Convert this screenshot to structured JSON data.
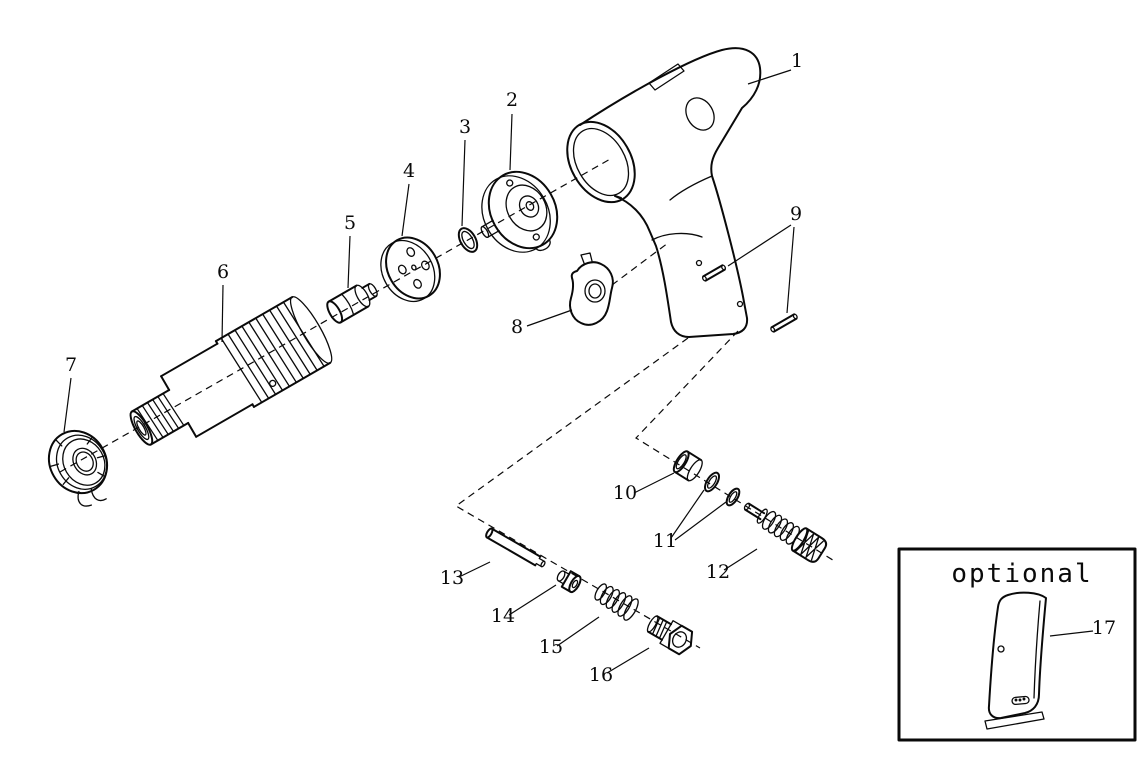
{
  "page": {
    "background": "#ffffff",
    "ink": "#0a0a0a"
  },
  "diagram": {
    "type": "exploded-parts-diagram",
    "parts": [
      {
        "number": "1"
      },
      {
        "number": "2"
      },
      {
        "number": "3"
      },
      {
        "number": "4"
      },
      {
        "number": "5"
      },
      {
        "number": "6"
      },
      {
        "number": "7"
      },
      {
        "number": "8"
      },
      {
        "number": "9"
      },
      {
        "number": "10"
      },
      {
        "number": "11"
      },
      {
        "number": "12"
      },
      {
        "number": "13"
      },
      {
        "number": "14"
      },
      {
        "number": "15"
      },
      {
        "number": "16"
      },
      {
        "number": "17"
      }
    ],
    "optional_box": {
      "label": "optional"
    }
  }
}
